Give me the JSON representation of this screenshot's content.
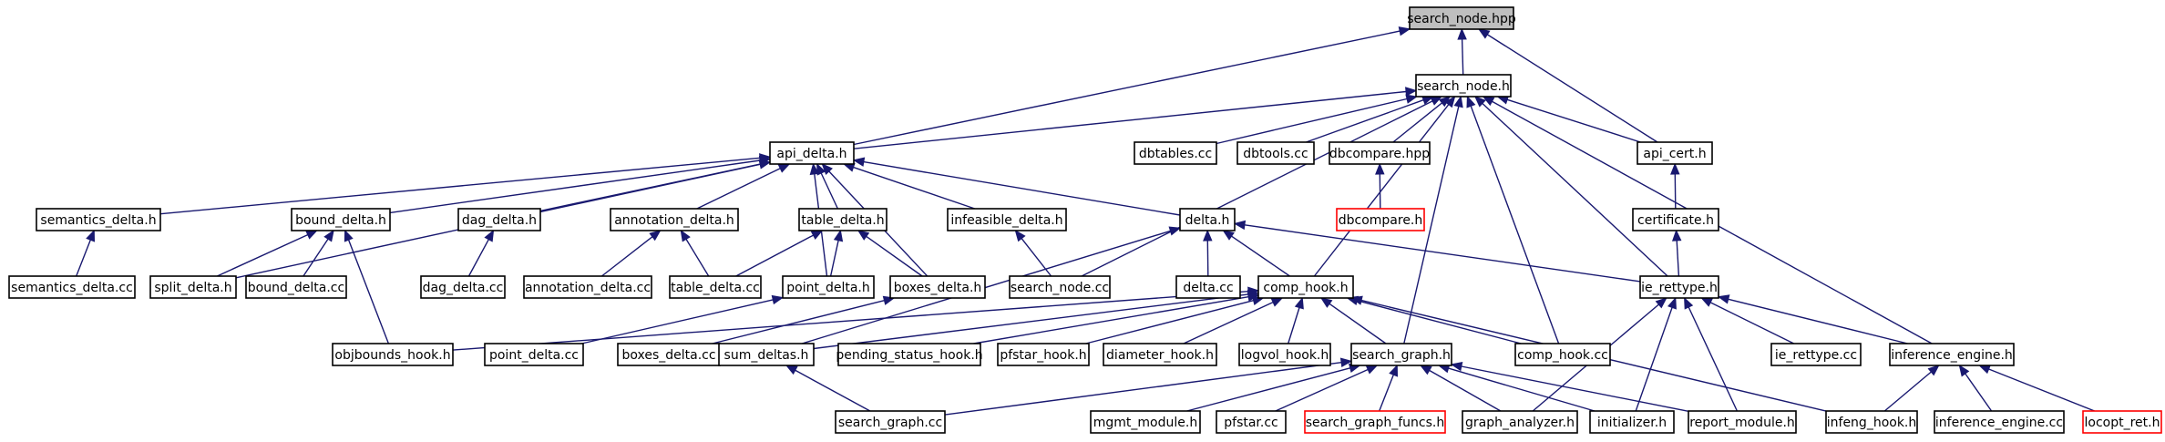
{
  "colors": {
    "edge": "#191970",
    "border": "#000000",
    "highlight_border": "#ff0000",
    "root_fill": "#bfbfbf",
    "fill": "#ffffff"
  },
  "nodes": [
    {
      "id": "search_node_hpp",
      "label": "search_node.hpp",
      "style": "root"
    },
    {
      "id": "search_node_h",
      "label": "search_node.h"
    },
    {
      "id": "api_delta_h",
      "label": "api_delta.h"
    },
    {
      "id": "dbtables_cc",
      "label": "dbtables.cc"
    },
    {
      "id": "dbtools_cc",
      "label": "dbtools.cc"
    },
    {
      "id": "dbcompare_hpp",
      "label": "dbcompare.hpp"
    },
    {
      "id": "api_cert_h",
      "label": "api_cert.h"
    },
    {
      "id": "dbcompare_h",
      "label": "dbcompare.h",
      "style": "red"
    },
    {
      "id": "certificate_h",
      "label": "certificate.h"
    },
    {
      "id": "semantics_delta_h",
      "label": "semantics_delta.h"
    },
    {
      "id": "bound_delta_h",
      "label": "bound_delta.h"
    },
    {
      "id": "dag_delta_h",
      "label": "dag_delta.h"
    },
    {
      "id": "annotation_delta_h",
      "label": "annotation_delta.h"
    },
    {
      "id": "table_delta_h",
      "label": "table_delta.h"
    },
    {
      "id": "infeasible_delta_h",
      "label": "infeasible_delta.h"
    },
    {
      "id": "delta_h",
      "label": "delta.h"
    },
    {
      "id": "semantics_delta_cc",
      "label": "semantics_delta.cc"
    },
    {
      "id": "split_delta_h",
      "label": "split_delta.h"
    },
    {
      "id": "bound_delta_cc",
      "label": "bound_delta.cc"
    },
    {
      "id": "dag_delta_cc",
      "label": "dag_delta.cc"
    },
    {
      "id": "annotation_delta_cc",
      "label": "annotation_delta.cc"
    },
    {
      "id": "table_delta_cc",
      "label": "table_delta.cc"
    },
    {
      "id": "point_delta_h",
      "label": "point_delta.h"
    },
    {
      "id": "boxes_delta_h",
      "label": "boxes_delta.h"
    },
    {
      "id": "search_node_cc",
      "label": "search_node.cc"
    },
    {
      "id": "delta_cc",
      "label": "delta.cc"
    },
    {
      "id": "comp_hook_h",
      "label": "comp_hook.h"
    },
    {
      "id": "ie_rettype_h",
      "label": "ie_rettype.h"
    },
    {
      "id": "objbounds_hook_h",
      "label": "objbounds_hook.h"
    },
    {
      "id": "point_delta_cc",
      "label": "point_delta.cc"
    },
    {
      "id": "boxes_delta_cc",
      "label": "boxes_delta.cc"
    },
    {
      "id": "sum_deltas_h",
      "label": "sum_deltas.h"
    },
    {
      "id": "pending_status_hook_h",
      "label": "pending_status_hook.h"
    },
    {
      "id": "pfstar_hook_h",
      "label": "pfstar_hook.h"
    },
    {
      "id": "diameter_hook_h",
      "label": "diameter_hook.h"
    },
    {
      "id": "logvol_hook_h",
      "label": "logvol_hook.h"
    },
    {
      "id": "search_graph_h",
      "label": "search_graph.h"
    },
    {
      "id": "comp_hook_cc",
      "label": "comp_hook.cc"
    },
    {
      "id": "ie_rettype_cc",
      "label": "ie_rettype.cc"
    },
    {
      "id": "inference_engine_h",
      "label": "inference_engine.h"
    },
    {
      "id": "search_graph_cc",
      "label": "search_graph.cc"
    },
    {
      "id": "mgmt_module_h",
      "label": "mgmt_module.h"
    },
    {
      "id": "pfstar_cc",
      "label": "pfstar.cc"
    },
    {
      "id": "search_graph_funcs_h",
      "label": "search_graph_funcs.h",
      "style": "red"
    },
    {
      "id": "graph_analyzer_h",
      "label": "graph_analyzer.h"
    },
    {
      "id": "initializer_h",
      "label": "initializer.h"
    },
    {
      "id": "report_module_h",
      "label": "report_module.h"
    },
    {
      "id": "infeng_hook_h",
      "label": "infeng_hook.h"
    },
    {
      "id": "inference_engine_cc",
      "label": "inference_engine.cc"
    },
    {
      "id": "locopt_ret_h",
      "label": "locopt_ret.h",
      "style": "red"
    }
  ],
  "edges": [
    {
      "from": "search_node_h",
      "to": "search_node_hpp"
    },
    {
      "from": "api_delta_h",
      "to": "search_node_hpp"
    },
    {
      "from": "api_cert_h",
      "to": "search_node_hpp"
    },
    {
      "from": "api_delta_h",
      "to": "search_node_h"
    },
    {
      "from": "dbtables_cc",
      "to": "search_node_h"
    },
    {
      "from": "dbtools_cc",
      "to": "search_node_h"
    },
    {
      "from": "dbcompare_hpp",
      "to": "search_node_h"
    },
    {
      "from": "api_cert_h",
      "to": "search_node_h"
    },
    {
      "from": "search_node_cc",
      "to": "search_node_h"
    },
    {
      "from": "comp_hook_h",
      "to": "search_node_h"
    },
    {
      "from": "search_graph_h",
      "to": "search_node_h"
    },
    {
      "from": "comp_hook_cc",
      "to": "search_node_h"
    },
    {
      "from": "ie_rettype_h",
      "to": "search_node_h"
    },
    {
      "from": "inference_engine_h",
      "to": "search_node_h"
    },
    {
      "from": "dbcompare_h",
      "to": "dbcompare_hpp"
    },
    {
      "from": "certificate_h",
      "to": "api_cert_h"
    },
    {
      "from": "ie_rettype_h",
      "to": "certificate_h"
    },
    {
      "from": "semantics_delta_h",
      "to": "api_delta_h"
    },
    {
      "from": "bound_delta_h",
      "to": "api_delta_h"
    },
    {
      "from": "dag_delta_h",
      "to": "api_delta_h"
    },
    {
      "from": "annotation_delta_h",
      "to": "api_delta_h"
    },
    {
      "from": "table_delta_h",
      "to": "api_delta_h"
    },
    {
      "from": "infeasible_delta_h",
      "to": "api_delta_h"
    },
    {
      "from": "delta_h",
      "to": "api_delta_h"
    },
    {
      "from": "split_delta_h",
      "to": "api_delta_h"
    },
    {
      "from": "point_delta_h",
      "to": "api_delta_h"
    },
    {
      "from": "boxes_delta_h",
      "to": "api_delta_h"
    },
    {
      "from": "semantics_delta_cc",
      "to": "semantics_delta_h"
    },
    {
      "from": "split_delta_h",
      "to": "bound_delta_h"
    },
    {
      "from": "bound_delta_cc",
      "to": "bound_delta_h"
    },
    {
      "from": "objbounds_hook_h",
      "to": "bound_delta_h"
    },
    {
      "from": "dag_delta_cc",
      "to": "dag_delta_h"
    },
    {
      "from": "annotation_delta_cc",
      "to": "annotation_delta_h"
    },
    {
      "from": "table_delta_cc",
      "to": "annotation_delta_h"
    },
    {
      "from": "table_delta_cc",
      "to": "table_delta_h"
    },
    {
      "from": "point_delta_h",
      "to": "table_delta_h"
    },
    {
      "from": "boxes_delta_h",
      "to": "table_delta_h"
    },
    {
      "from": "search_node_cc",
      "to": "infeasible_delta_h"
    },
    {
      "from": "delta_cc",
      "to": "delta_h"
    },
    {
      "from": "comp_hook_h",
      "to": "delta_h"
    },
    {
      "from": "sum_deltas_h",
      "to": "delta_h"
    },
    {
      "from": "ie_rettype_h",
      "to": "delta_h"
    },
    {
      "from": "point_delta_cc",
      "to": "point_delta_h"
    },
    {
      "from": "boxes_delta_cc",
      "to": "boxes_delta_h"
    },
    {
      "from": "objbounds_hook_h",
      "to": "comp_hook_h"
    },
    {
      "from": "sum_deltas_h",
      "to": "comp_hook_h"
    },
    {
      "from": "pending_status_hook_h",
      "to": "comp_hook_h"
    },
    {
      "from": "pfstar_hook_h",
      "to": "comp_hook_h"
    },
    {
      "from": "diameter_hook_h",
      "to": "comp_hook_h"
    },
    {
      "from": "logvol_hook_h",
      "to": "comp_hook_h"
    },
    {
      "from": "search_graph_h",
      "to": "comp_hook_h"
    },
    {
      "from": "comp_hook_cc",
      "to": "comp_hook_h"
    },
    {
      "from": "infeng_hook_h",
      "to": "comp_hook_h"
    },
    {
      "from": "search_graph_cc",
      "to": "sum_deltas_h"
    },
    {
      "from": "search_graph_cc",
      "to": "search_graph_h"
    },
    {
      "from": "mgmt_module_h",
      "to": "search_graph_h"
    },
    {
      "from": "pfstar_cc",
      "to": "search_graph_h"
    },
    {
      "from": "search_graph_funcs_h",
      "to": "search_graph_h"
    },
    {
      "from": "graph_analyzer_h",
      "to": "search_graph_h"
    },
    {
      "from": "initializer_h",
      "to": "search_graph_h"
    },
    {
      "from": "report_module_h",
      "to": "search_graph_h"
    },
    {
      "from": "graph_analyzer_h",
      "to": "ie_rettype_h"
    },
    {
      "from": "initializer_h",
      "to": "ie_rettype_h"
    },
    {
      "from": "report_module_h",
      "to": "ie_rettype_h"
    },
    {
      "from": "ie_rettype_cc",
      "to": "ie_rettype_h"
    },
    {
      "from": "inference_engine_h",
      "to": "ie_rettype_h"
    },
    {
      "from": "infeng_hook_h",
      "to": "inference_engine_h"
    },
    {
      "from": "inference_engine_cc",
      "to": "inference_engine_h"
    },
    {
      "from": "locopt_ret_h",
      "to": "inference_engine_h"
    }
  ]
}
